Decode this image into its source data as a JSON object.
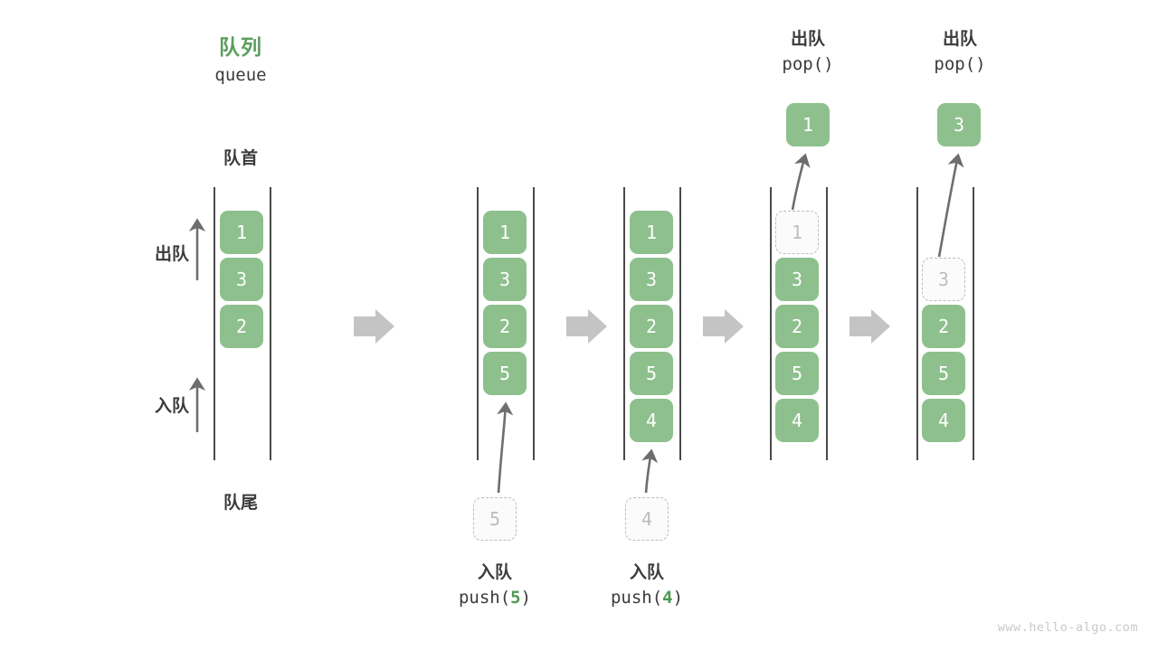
{
  "meta": {
    "watermark": "www.hello-algo.com",
    "colors": {
      "cell_fill": "#8ec08d",
      "cell_text": "#ffffff",
      "ghost_border": "#bdbdbd",
      "ghost_text": "#bdbdbd",
      "title_green": "#5a9e5e",
      "code_accent_green": "#4e9a51",
      "rail": "#4a4a4a",
      "arrow_gray": "#6e6e6e",
      "step_arrow_gray": "#c4c4c4",
      "background": "#ffffff"
    }
  },
  "header": {
    "title_cn": "队列",
    "title_code": "queue"
  },
  "annotations": {
    "front_label": "队首",
    "rear_label": "队尾",
    "dequeue_label": "出队",
    "enqueue_label": "入队"
  },
  "stages": [
    {
      "id": "stage-initial",
      "cells": [
        "1",
        "3",
        "2"
      ],
      "ghost_cell": null,
      "incoming": null,
      "outgoing": null
    },
    {
      "id": "stage-push-5",
      "cells": [
        "1",
        "3",
        "2",
        "5"
      ],
      "ghost_cell": null,
      "incoming": {
        "ghost_value": "5",
        "op_cn": "入队",
        "op_code_prefix": "push(",
        "op_code_value": "5",
        "op_code_suffix": ")"
      },
      "outgoing": null
    },
    {
      "id": "stage-push-4",
      "cells": [
        "1",
        "3",
        "2",
        "5",
        "4"
      ],
      "ghost_cell": null,
      "incoming": {
        "ghost_value": "4",
        "op_cn": "入队",
        "op_code_prefix": "push(",
        "op_code_value": "4",
        "op_code_suffix": ")"
      },
      "outgoing": null
    },
    {
      "id": "stage-pop-1",
      "cells": [
        "3",
        "2",
        "5",
        "4"
      ],
      "ghost_cell": {
        "value": "1",
        "slot": 0
      },
      "incoming": null,
      "outgoing": {
        "popped_value": "1",
        "op_cn": "出队",
        "op_code": "pop()"
      }
    },
    {
      "id": "stage-pop-3",
      "cells": [
        "2",
        "5",
        "4"
      ],
      "ghost_cell": {
        "value": "3",
        "slot": 1
      },
      "incoming": null,
      "outgoing": {
        "popped_value": "3",
        "op_cn": "出队",
        "op_code": "pop()"
      }
    }
  ],
  "step_arrows": [
    {
      "name": "step-arrow-1"
    },
    {
      "name": "step-arrow-2"
    },
    {
      "name": "step-arrow-3"
    },
    {
      "name": "step-arrow-4"
    }
  ]
}
